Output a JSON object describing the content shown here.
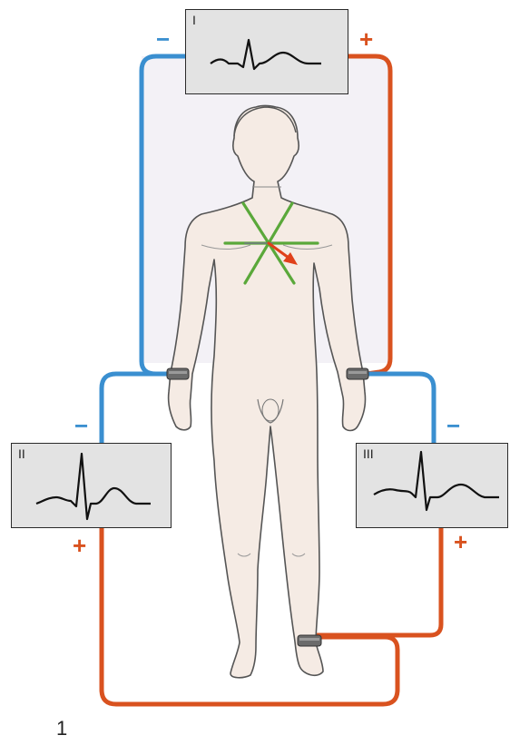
{
  "leads": [
    {
      "label": "I",
      "minus": "−",
      "plus": "+"
    },
    {
      "label": "II",
      "minus": "−",
      "plus": "+"
    },
    {
      "label": "III",
      "minus": "−",
      "plus": "+"
    }
  ],
  "figure_number": "1",
  "colors": {
    "negative_wire": "#3a8fd0",
    "positive_wire": "#d9521f",
    "positive_sign": "#d9521f",
    "negative_sign": "#3a8fd0",
    "skin": "#f5ebe4",
    "outline": "#555555",
    "axis_green": "#5aa83a",
    "vector_red": "#e0401a",
    "box_fill": "#e3e3e3"
  },
  "icons": [
    "wrist-electrode-icon",
    "ankle-electrode-icon"
  ]
}
